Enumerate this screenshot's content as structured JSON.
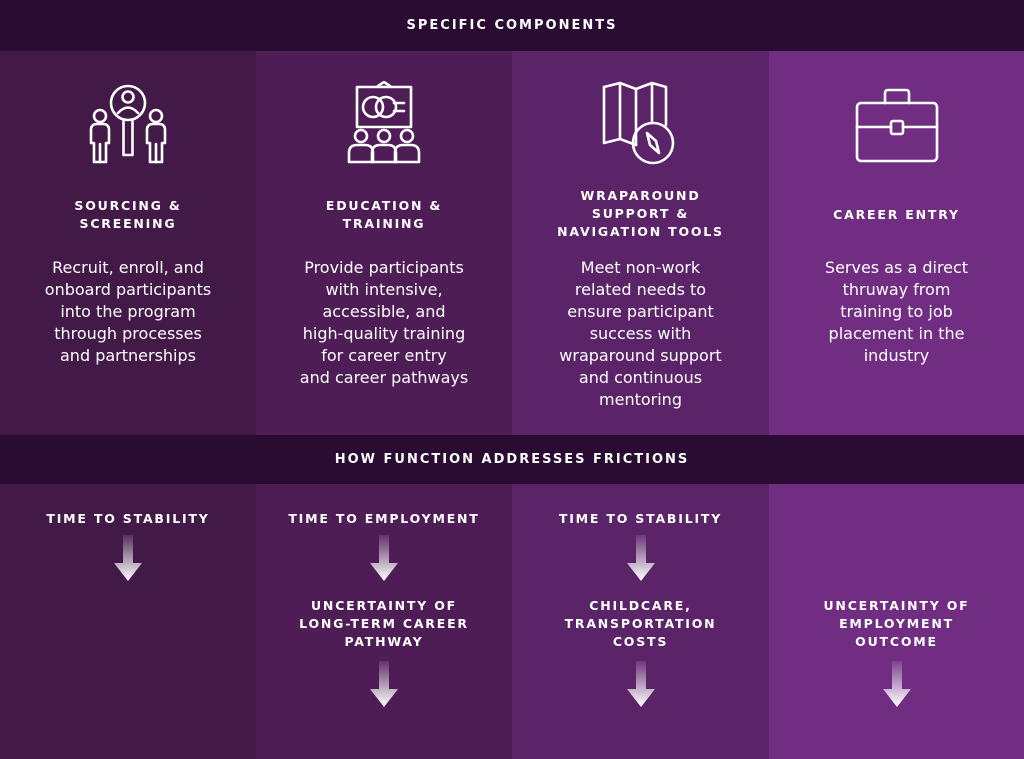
{
  "header": {
    "title": "SPECIFIC COMPONENTS"
  },
  "components": [
    {
      "icon": "people-magnifier-icon",
      "heading": "SOURCING &\nSCREENING",
      "description": "Recruit, enroll, and\nonboard participants\ninto the program\nthrough processes\nand partnerships"
    },
    {
      "icon": "classroom-board-icon",
      "heading": "EDUCATION &\nTRAINING",
      "description": "Provide participants\nwith intensive,\naccessible, and\nhigh-quality training\nfor career entry\nand career pathways"
    },
    {
      "icon": "map-compass-icon",
      "heading": "WRAPAROUND\nSUPPORT &\nNAVIGATION TOOLS",
      "description": "Meet non-work\nrelated needs to\nensure participant\nsuccess with\nwraparound support\nand continuous\nmentoring"
    },
    {
      "icon": "briefcase-icon",
      "heading": "CAREER ENTRY",
      "description": "Serves as a direct\nthruway from\ntraining to job\nplacement in the\nindustry"
    }
  ],
  "frictions_header": {
    "title": "HOW FUNCTION ADDRESSES FRICTIONS"
  },
  "frictions": [
    {
      "first": "TIME TO STABILITY",
      "second": ""
    },
    {
      "first": "TIME TO EMPLOYMENT",
      "second": "UNCERTAINTY OF\nLONG-TERM CAREER\nPATHWAY"
    },
    {
      "first": "TIME TO STABILITY",
      "second": "CHILDCARE,\nTRANSPORTATION\nCOSTS"
    },
    {
      "first": "",
      "second": "UNCERTAINTY OF\nEMPLOYMENT\nOUTCOME"
    }
  ],
  "colors": {
    "band": "#2a0c33",
    "column_1": "#431948",
    "column_2": "#4e1d56",
    "column_3": "#5b2469",
    "column_4": "#702d82",
    "text": "#ffffff"
  }
}
